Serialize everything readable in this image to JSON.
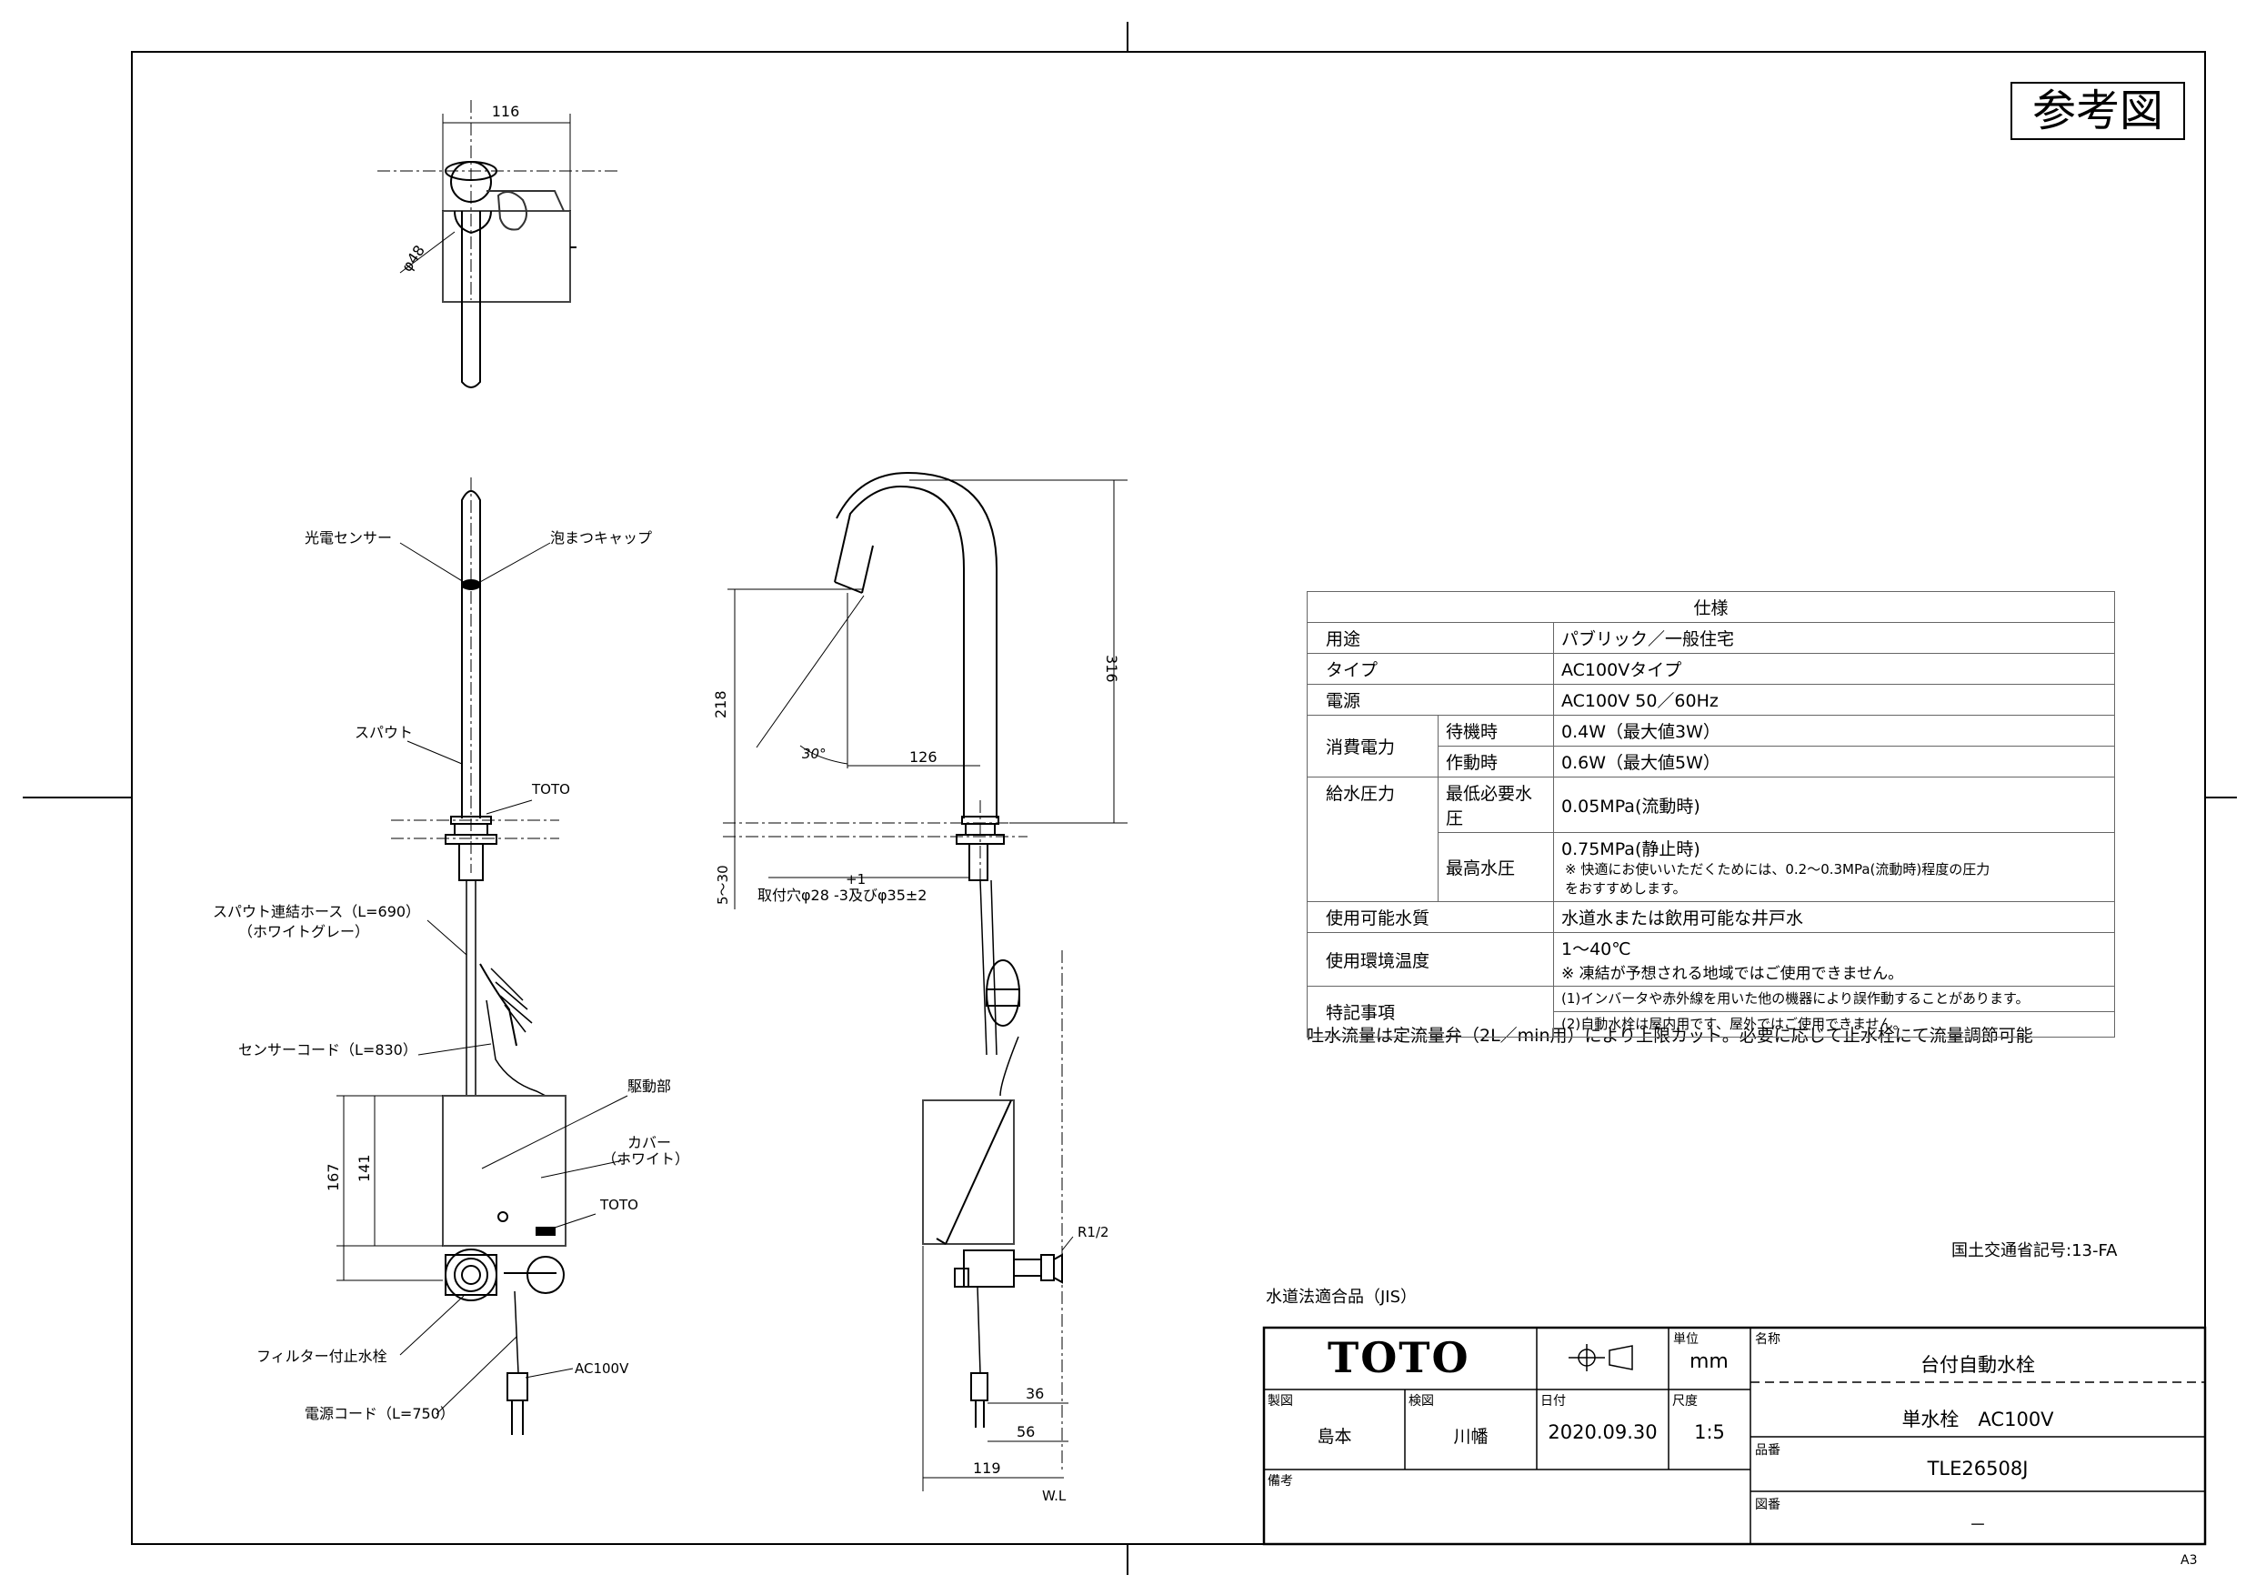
{
  "stamp": "参考図",
  "sheet_size": "A3",
  "brand": "TOTO",
  "callouts": {
    "sensor": "光電センサー",
    "aerator_cap": "泡まつキャップ",
    "spout": "スパウト",
    "toto_mark_spout": "TOTO",
    "hose": "スパウト連結ホース（L=690）",
    "hose_color": "（ホワイトグレー）",
    "sensor_cord": "センサーコード（L=830）",
    "drive_unit": "駆動部",
    "cover": "カバー",
    "cover_color": "（ホワイト）",
    "toto_mark_box": "TOTO",
    "filter_valve": "フィルター付止水栓",
    "power_cord": "電源コード（L=750）",
    "ac100v": "AC100V",
    "r12": "R1/2",
    "wl": "W.L"
  },
  "dimensions": {
    "d116": "116",
    "d48": "φ48",
    "d316": "316",
    "d218": "218",
    "d126": "126",
    "d30deg": "30°",
    "d5_30": "5～30",
    "mount_plus": "+1",
    "mount_hole": "取付穴φ28  -3及びφ35±2",
    "d167": "167",
    "d141": "141",
    "d36": "36",
    "d56": "56",
    "d119": "119"
  },
  "spec": {
    "title": "仕様",
    "rows": {
      "use_label": "用途",
      "use_value": "パブリック／一般住宅",
      "type_label": "タイプ",
      "type_value": "AC100Vタイプ",
      "power_label": "電源",
      "power_value": "AC100V 50／60Hz",
      "consumption_label": "消費電力",
      "standby_label": "待機時",
      "standby_value": "0.4W（最大値3W）",
      "operating_label": "作動時",
      "operating_value": "0.6W（最大値5W）",
      "pressure_label": "給水圧力",
      "min_pressure_label": "最低必要水圧",
      "min_pressure_value": "0.05MPa(流動時)",
      "max_pressure_label": "最高水圧",
      "max_pressure_value": "0.75MPa(静止時)",
      "max_pressure_note": "※ 快適にお使いいただくためには、0.2～0.3MPa(流動時)程度の圧力をおすすめします。",
      "water_label": "使用可能水質",
      "water_value": "水道水または飲用可能な井戸水",
      "temp_label": "使用環境温度",
      "temp_value": "1～40℃",
      "temp_note": "※ 凍結が予想される地域ではご使用できません。",
      "special_label": "特記事項",
      "special_note1": "(1)インバータや赤外線を用いた他の機器により誤作動することがあります。",
      "special_note2": "(2)自動水栓は屋内用です、屋外ではご使用できません。"
    }
  },
  "flow_note": "吐水流量は定流量弁（2L／min用）により上限カット。必要に応じて止水栓にて流量調節可能",
  "registration": "国土交通省記号:13-FA",
  "jis": "水道法適合品（JIS）",
  "title_block": {
    "unit_label": "単位",
    "unit_value": "mm",
    "name_label": "名称",
    "name_value": "台付自動水栓",
    "name_value2": "単水栓　AC100V",
    "drawn_label": "製図",
    "drawn_value": "島本",
    "checked_label": "検図",
    "checked_value": "川幡",
    "date_label": "日付",
    "date_value": "2020.09.30",
    "scale_label": "尺度",
    "scale_value": "1:5",
    "part_label": "品番",
    "part_value": "TLE26508J",
    "remarks_label": "備考",
    "drawing_no_label": "図番",
    "drawing_no_value": "－"
  }
}
